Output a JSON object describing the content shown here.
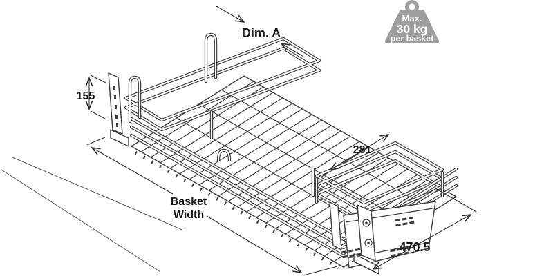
{
  "dimensions": {
    "dim_a": "Dim. A",
    "bracket_height": "155",
    "rail_depth": "281",
    "basket_width_line1": "Basket",
    "basket_width_line2": "Width",
    "slide_length": "470.5"
  },
  "weight_badge": {
    "line1": "Max.",
    "line2": "30 kg",
    "line3": "per basket",
    "fill": "#9e9e9e",
    "text_color": "#ffffff"
  },
  "style": {
    "wire_color": "#3b3b3b",
    "dimension_color": "#2d2d2d",
    "label_color": "#171717",
    "background": "#ffffff"
  }
}
